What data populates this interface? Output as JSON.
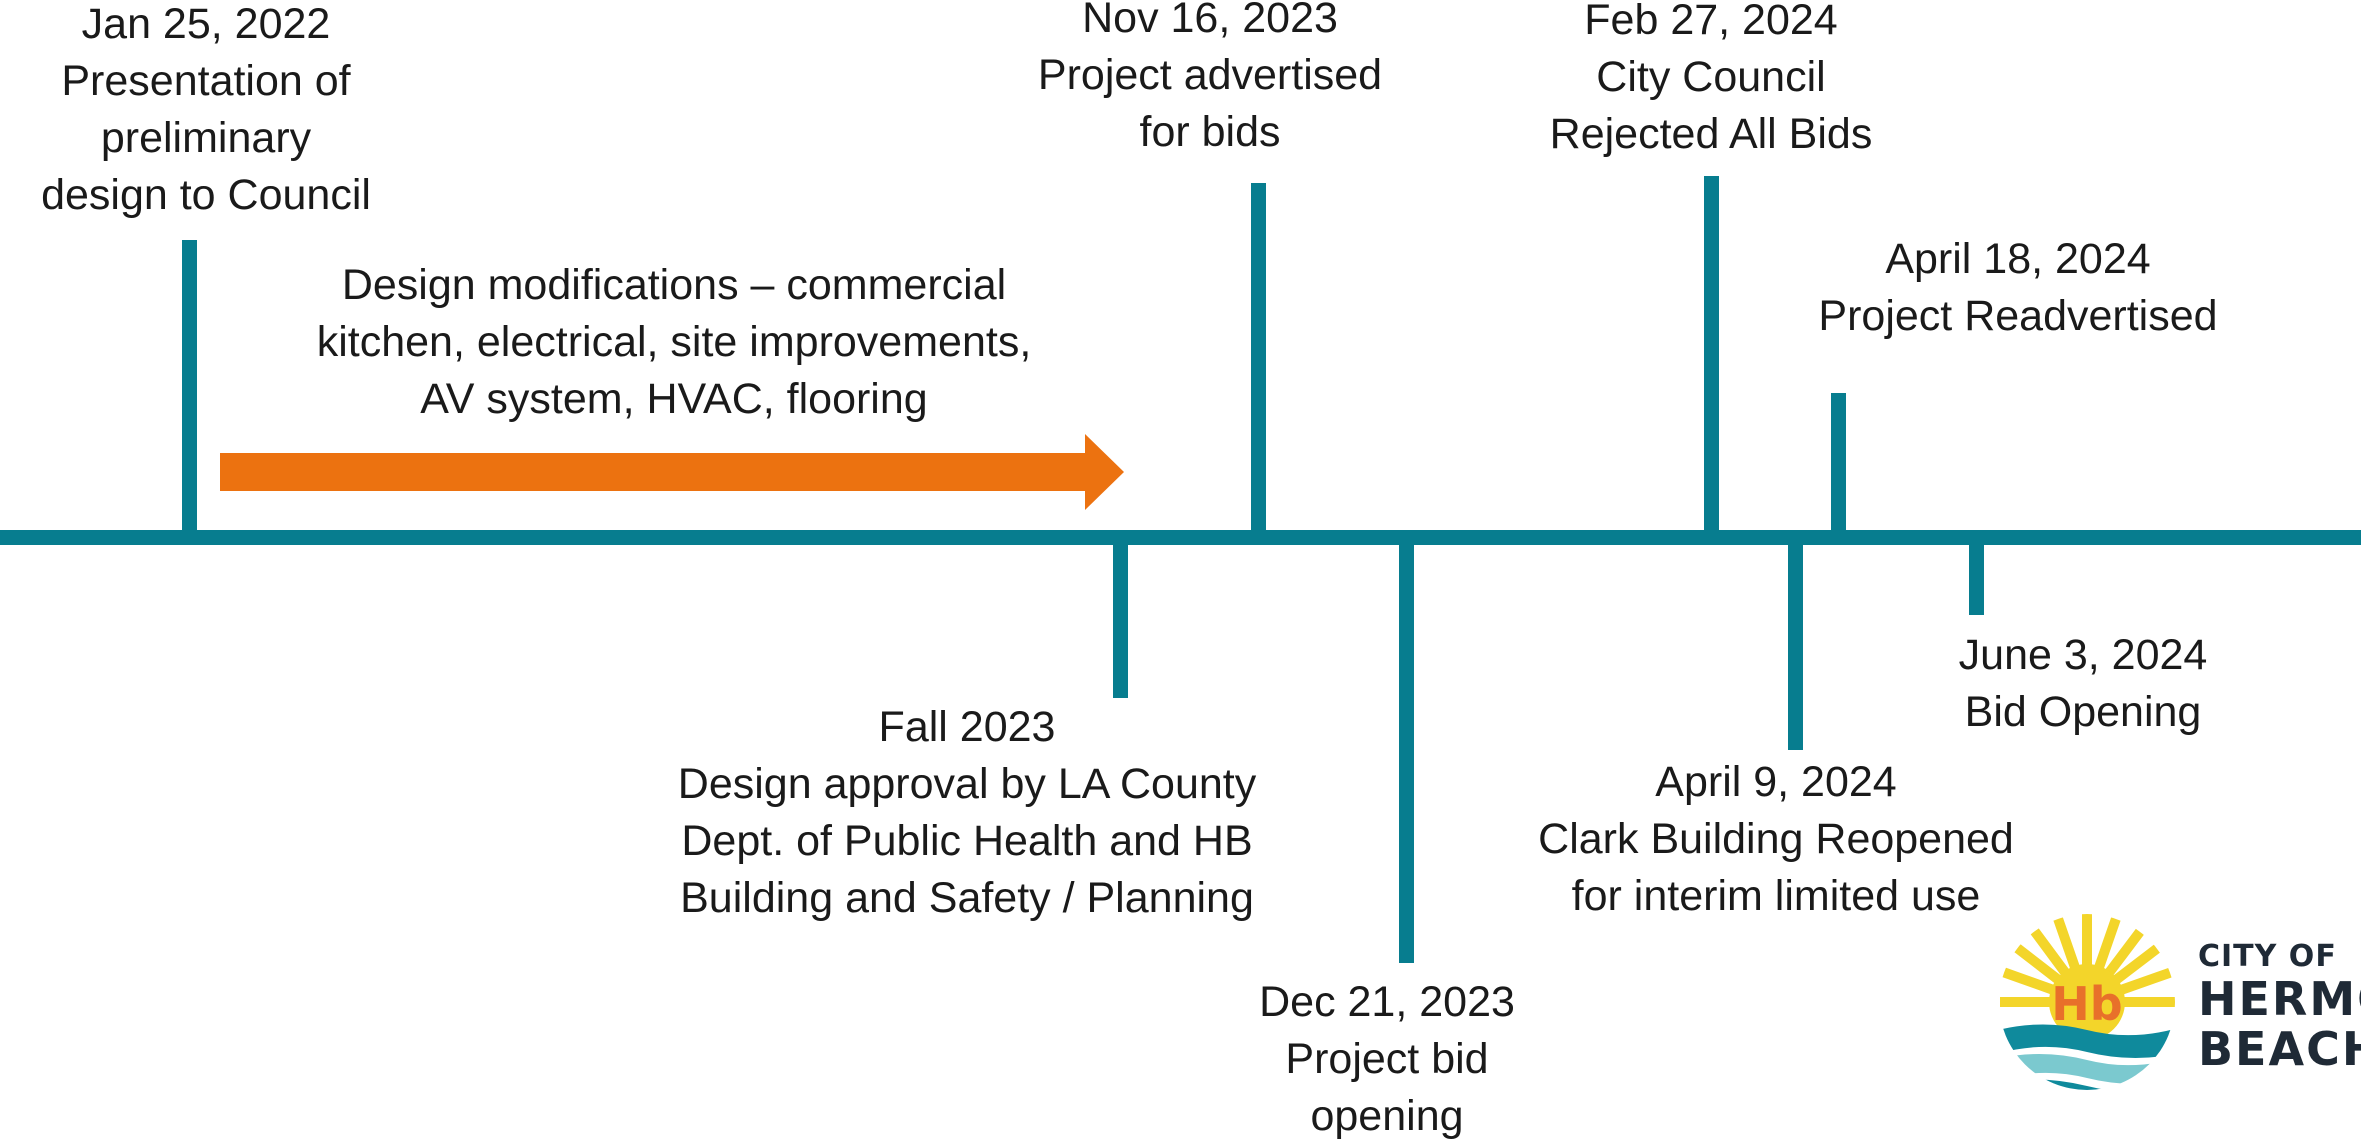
{
  "colors": {
    "timeline": "#077d8f",
    "arrow": "#ec7210",
    "text": "#1a1a1a",
    "logo_sun": "#f3d52a",
    "logo_wave": "#0f8a9c",
    "logo_initials": "#e8702a"
  },
  "events": [
    {
      "id": "jan-2022",
      "lines": [
        "Jan 25, 2022",
        "Presentation of",
        "preliminary",
        "design to Council"
      ]
    },
    {
      "id": "nov-2023",
      "lines": [
        "Nov 16, 2023",
        "Project advertised",
        "for bids"
      ]
    },
    {
      "id": "feb-2024",
      "lines": [
        "Feb 27, 2024",
        "City Council",
        "Rejected All Bids"
      ]
    },
    {
      "id": "apr18-2024",
      "lines": [
        "April 18, 2024",
        "Project Readvertised"
      ]
    },
    {
      "id": "fall-2023",
      "lines": [
        "Fall 2023",
        "Design approval by LA County",
        "Dept. of Public Health and HB",
        "Building and Safety / Planning"
      ]
    },
    {
      "id": "dec-2023",
      "lines": [
        "Dec 21, 2023",
        "Project bid",
        "opening"
      ]
    },
    {
      "id": "apr9-2024",
      "lines": [
        "April 9, 2024",
        "Clark Building Reopened",
        "for interim limited use"
      ]
    },
    {
      "id": "jun-2024",
      "lines": [
        "June 3, 2024",
        "Bid Opening"
      ]
    }
  ],
  "arrow_note": {
    "lines": [
      "Design modifications – commercial",
      "kitchen, electrical, site improvements,",
      "AV system, HVAC, flooring"
    ]
  },
  "logo": {
    "line1": "CITY OF",
    "line2": "HERMOSA",
    "line3": "BEACH",
    "initials": "Hb"
  }
}
